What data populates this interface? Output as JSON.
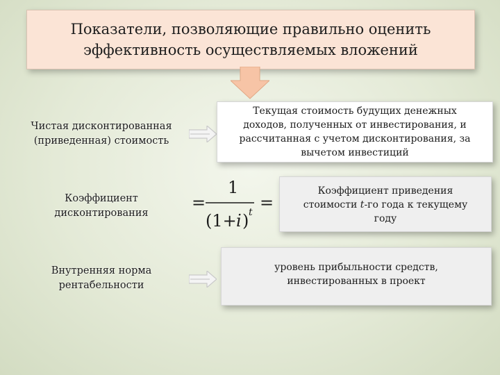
{
  "title": "Показатели, позволяющие правильно оценить\nэффективность осуществляемых вложений",
  "rows": [
    {
      "label": "Чистая дисконтированная\n(приведенная) стоимость",
      "description": "Текущая стоимость будущих денежных\nдоходов, полученных от инвестирования,  и\nрассчитанная с учетом дисконтирования, за\nвычетом инвестиций"
    },
    {
      "label": "Коэффициент\nдисконтирования",
      "description_part1": "Коэффициент приведения\nстоимости ",
      "description_var": "t",
      "description_part2": "-го года к текущему\nгоду"
    },
    {
      "label": "Внутренняя норма\nрентабельности",
      "description": "уровень прибыльности средств,\nинвестированных в проект"
    }
  ],
  "formula": {
    "equals_left": "=",
    "numerator": "1",
    "den_open": "(1+",
    "den_var": "i",
    "den_close": ")",
    "exponent": "t",
    "equals_right": "="
  },
  "colors": {
    "title_bg": "#fbe4d6",
    "arrow_fill": "#f7c4a6",
    "box_white": "#ffffff",
    "box_gray": "#efefef"
  },
  "icons": [
    "down-arrow-icon",
    "right-arrow-icon"
  ]
}
